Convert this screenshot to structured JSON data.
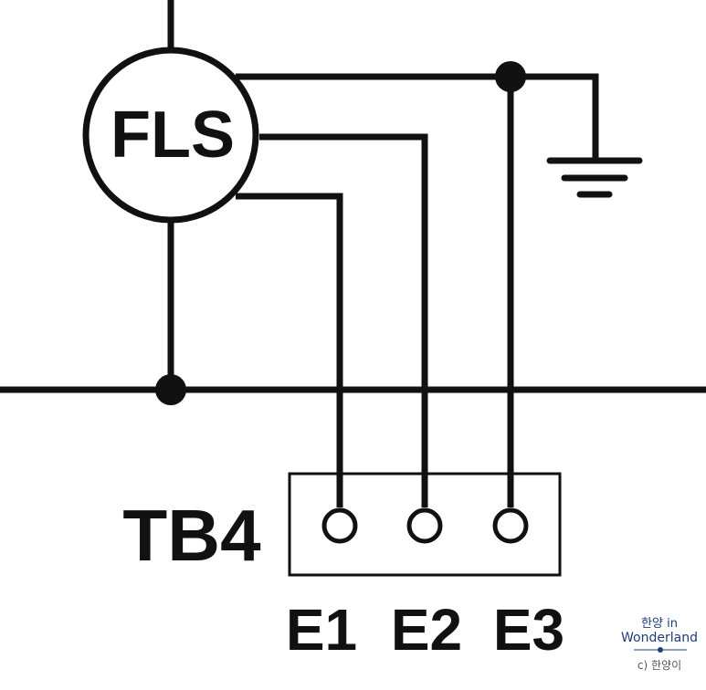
{
  "diagram": {
    "sensor_label": "FLS",
    "terminal_block_label": "TB4",
    "terminals": [
      {
        "label": "E1"
      },
      {
        "label": "E2"
      },
      {
        "label": "E3"
      }
    ],
    "colors": {
      "line": "#111111",
      "background": "#ffffff"
    },
    "symbols": [
      "sensor-circle",
      "ground-icon",
      "junction-dot",
      "terminal-circle"
    ]
  },
  "watermark": {
    "line1": "한양 in",
    "line2": "Wonderland",
    "copyright": "c) 한양이",
    "color": "#1f3c78"
  }
}
